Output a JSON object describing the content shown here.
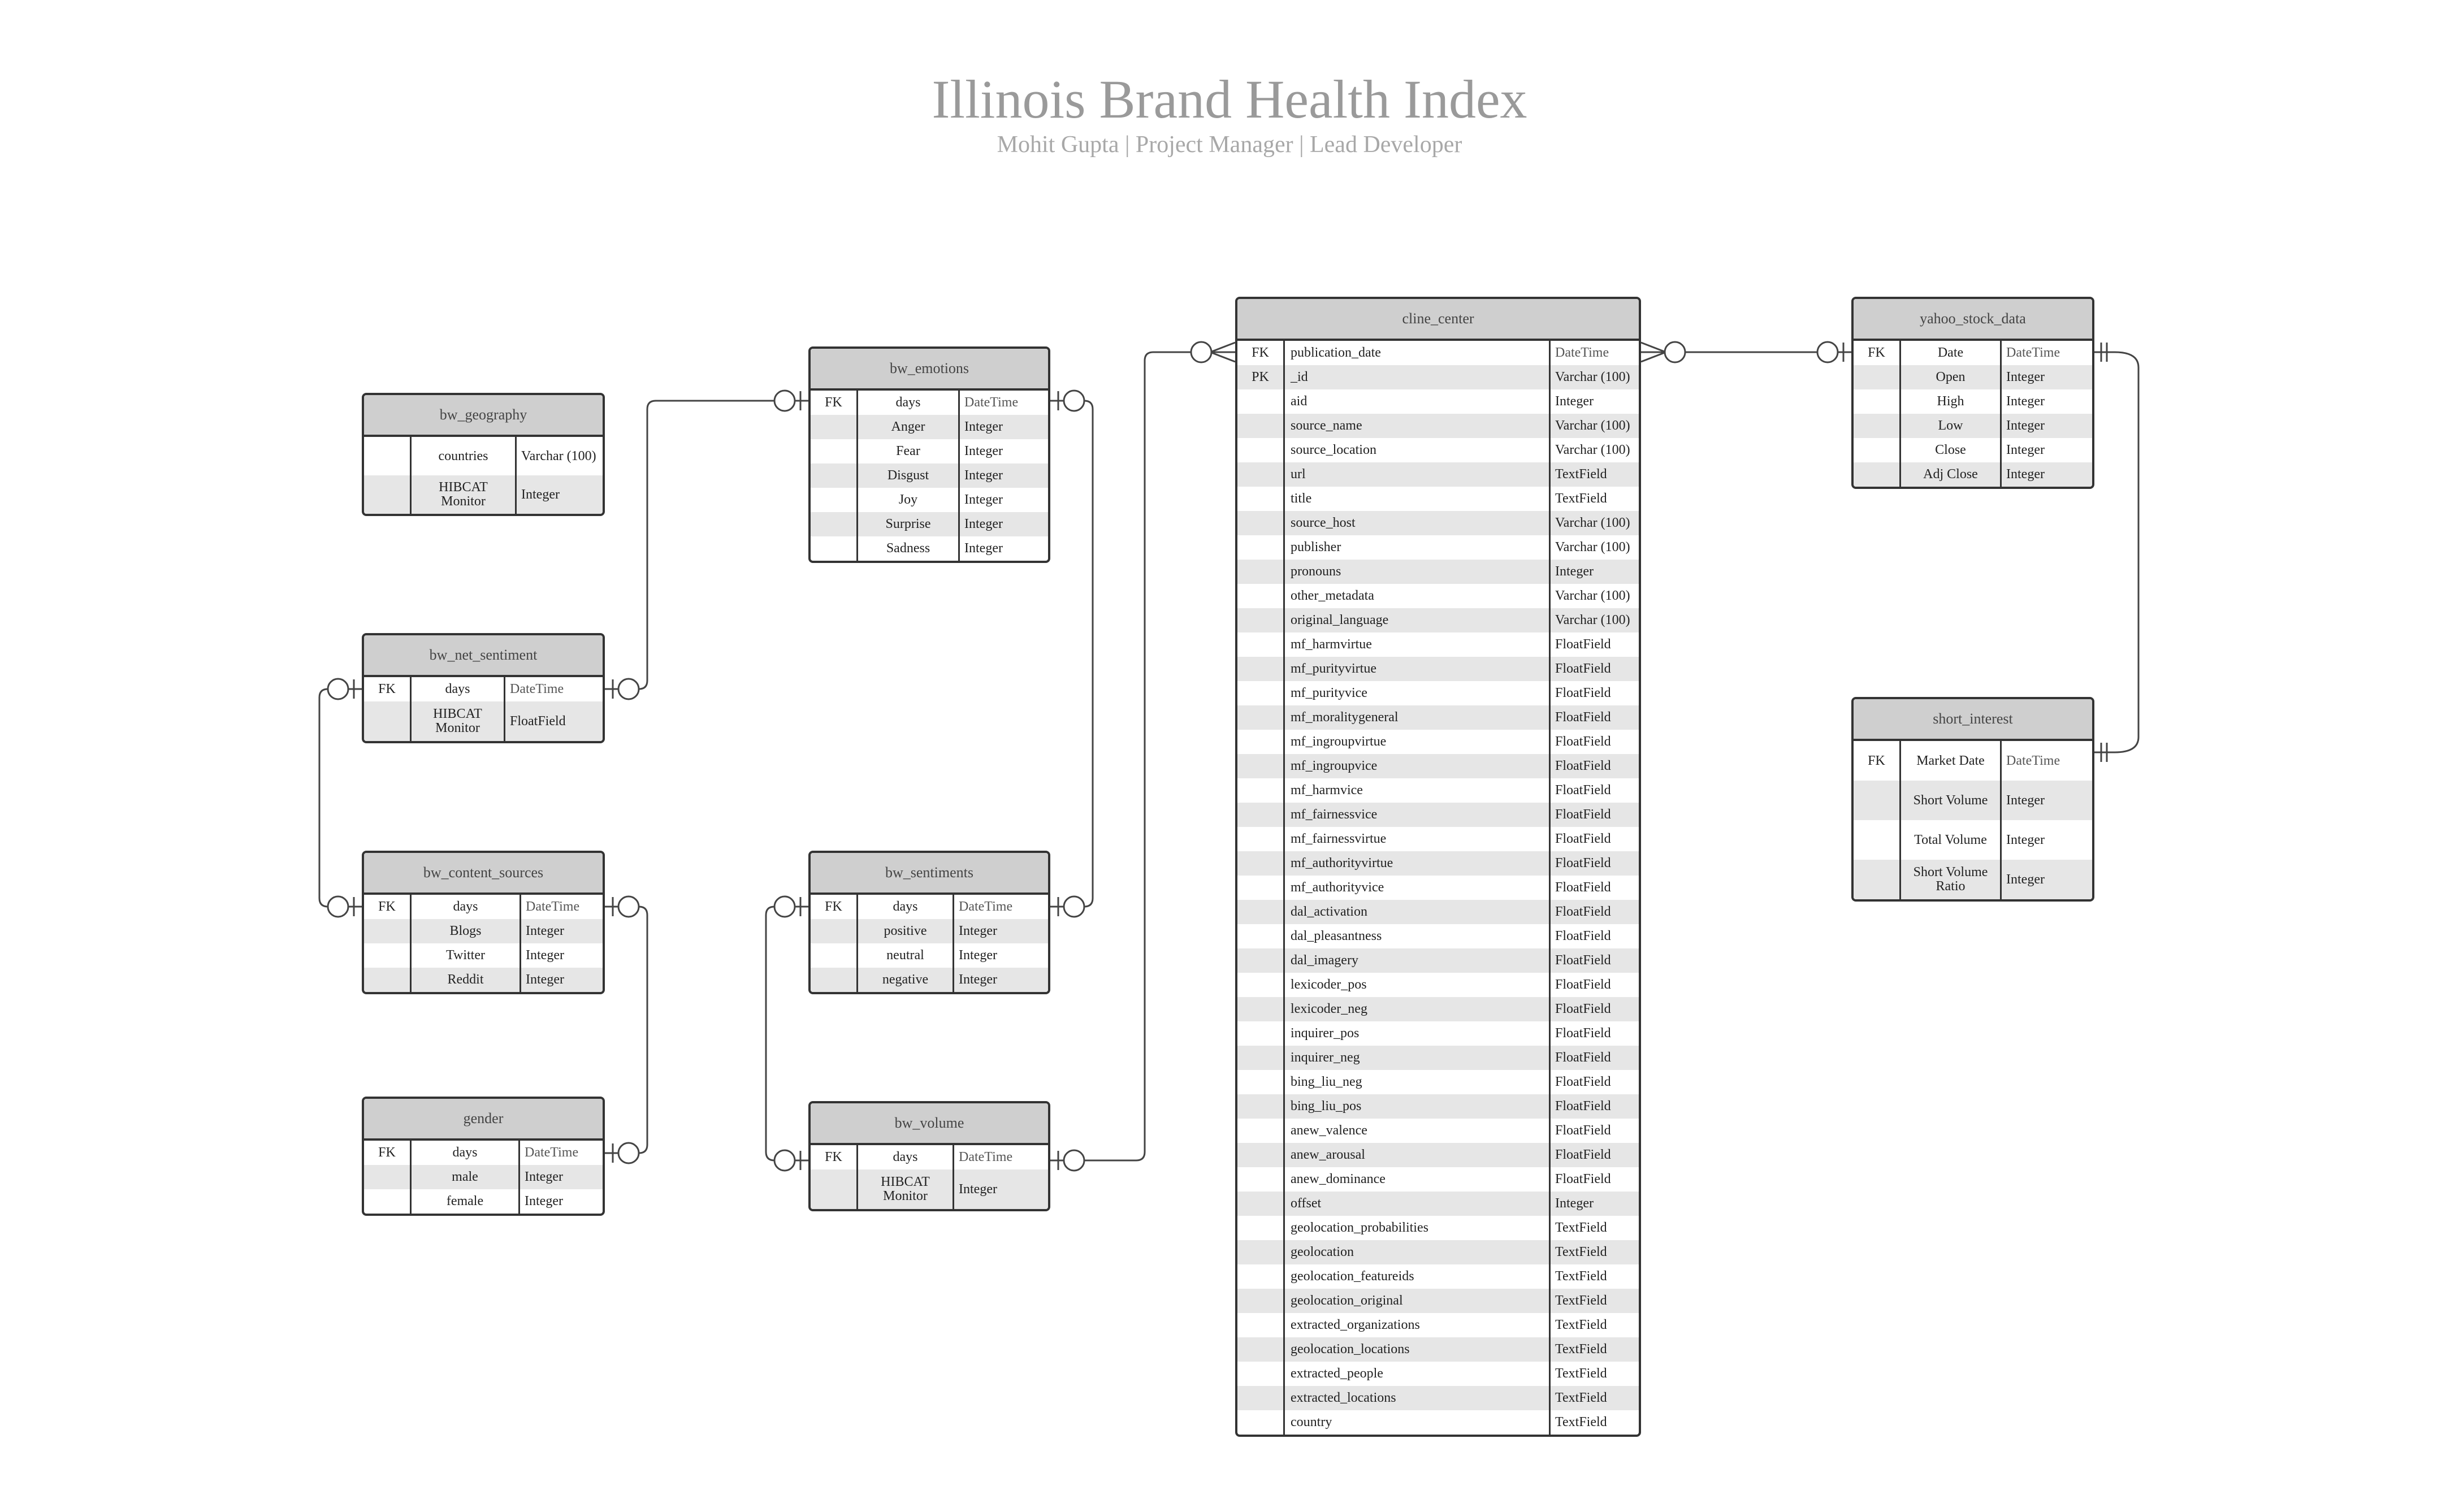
{
  "header": {
    "title": "Illinois Brand Health Index",
    "subtitle": "Mohit Gupta  |  Project Manager | Lead Developer"
  },
  "tables": [
    {
      "id": "bw_geography",
      "name": "bw_geography",
      "rows": [
        {
          "key": "",
          "field": "countries",
          "type": "Varchar (100)"
        },
        {
          "key": "",
          "field": "HIBCAT Monitor",
          "type": "Integer"
        }
      ]
    },
    {
      "id": "bw_net_sentiment",
      "name": "bw_net_sentiment",
      "rows": [
        {
          "key": "FK",
          "field": "days",
          "type": "DateTime"
        },
        {
          "key": "",
          "field": "HIBCAT Monitor",
          "type": "FloatField"
        }
      ]
    },
    {
      "id": "bw_content_sources",
      "name": "bw_content_sources",
      "rows": [
        {
          "key": "FK",
          "field": "days",
          "type": "DateTime"
        },
        {
          "key": "",
          "field": "Blogs",
          "type": "Integer"
        },
        {
          "key": "",
          "field": "Twitter",
          "type": "Integer"
        },
        {
          "key": "",
          "field": "Reddit",
          "type": "Integer"
        }
      ]
    },
    {
      "id": "gender",
      "name": "gender",
      "rows": [
        {
          "key": "FK",
          "field": "days",
          "type": "DateTime"
        },
        {
          "key": "",
          "field": "male",
          "type": "Integer"
        },
        {
          "key": "",
          "field": "female",
          "type": "Integer"
        }
      ]
    },
    {
      "id": "bw_emotions",
      "name": "bw_emotions",
      "rows": [
        {
          "key": "FK",
          "field": "days",
          "type": "DateTime"
        },
        {
          "key": "",
          "field": "Anger",
          "type": "Integer"
        },
        {
          "key": "",
          "field": "Fear",
          "type": "Integer"
        },
        {
          "key": "",
          "field": "Disgust",
          "type": "Integer"
        },
        {
          "key": "",
          "field": "Joy",
          "type": "Integer"
        },
        {
          "key": "",
          "field": "Surprise",
          "type": "Integer"
        },
        {
          "key": "",
          "field": "Sadness",
          "type": "Integer"
        }
      ]
    },
    {
      "id": "bw_sentiments",
      "name": "bw_sentiments",
      "rows": [
        {
          "key": "FK",
          "field": "days",
          "type": "DateTime"
        },
        {
          "key": "",
          "field": "positive",
          "type": "Integer"
        },
        {
          "key": "",
          "field": "neutral",
          "type": "Integer"
        },
        {
          "key": "",
          "field": "negative",
          "type": "Integer"
        }
      ]
    },
    {
      "id": "bw_volume",
      "name": "bw_volume",
      "rows": [
        {
          "key": "FK",
          "field": "days",
          "type": "DateTime"
        },
        {
          "key": "",
          "field": "HIBCAT Monitor",
          "type": "Integer"
        }
      ]
    },
    {
      "id": "cline_center",
      "name": "cline_center",
      "rows": [
        {
          "key": "FK",
          "field": "publication_date",
          "type": "DateTime"
        },
        {
          "key": "PK",
          "field": "_id",
          "type": "Varchar (100)"
        },
        {
          "key": "",
          "field": "aid",
          "type": "Integer"
        },
        {
          "key": "",
          "field": "source_name",
          "type": "Varchar (100)"
        },
        {
          "key": "",
          "field": "source_location",
          "type": "Varchar (100)"
        },
        {
          "key": "",
          "field": "url",
          "type": "TextField"
        },
        {
          "key": "",
          "field": "title",
          "type": "TextField"
        },
        {
          "key": "",
          "field": "source_host",
          "type": "Varchar (100)"
        },
        {
          "key": "",
          "field": "publisher",
          "type": "Varchar (100)"
        },
        {
          "key": "",
          "field": "pronouns",
          "type": "Integer"
        },
        {
          "key": "",
          "field": "other_metadata",
          "type": "Varchar (100)"
        },
        {
          "key": "",
          "field": "original_language",
          "type": "Varchar (100)"
        },
        {
          "key": "",
          "field": "mf_harmvirtue",
          "type": "FloatField"
        },
        {
          "key": "",
          "field": "mf_purityvirtue",
          "type": "FloatField"
        },
        {
          "key": "",
          "field": "mf_purityvice",
          "type": "FloatField"
        },
        {
          "key": "",
          "field": "mf_moralitygeneral",
          "type": "FloatField"
        },
        {
          "key": "",
          "field": "mf_ingroupvirtue",
          "type": "FloatField"
        },
        {
          "key": "",
          "field": "mf_ingroupvice",
          "type": "FloatField"
        },
        {
          "key": "",
          "field": "mf_harmvice",
          "type": "FloatField"
        },
        {
          "key": "",
          "field": "mf_fairnessvice",
          "type": "FloatField"
        },
        {
          "key": "",
          "field": "mf_fairnessvirtue",
          "type": "FloatField"
        },
        {
          "key": "",
          "field": "mf_authorityvirtue",
          "type": "FloatField"
        },
        {
          "key": "",
          "field": "mf_authorityvice",
          "type": "FloatField"
        },
        {
          "key": "",
          "field": "dal_activation",
          "type": "FloatField"
        },
        {
          "key": "",
          "field": "dal_pleasantness",
          "type": "FloatField"
        },
        {
          "key": "",
          "field": "dal_imagery",
          "type": "FloatField"
        },
        {
          "key": "",
          "field": "lexicoder_pos",
          "type": "FloatField"
        },
        {
          "key": "",
          "field": "lexicoder_neg",
          "type": "FloatField"
        },
        {
          "key": "",
          "field": "inquirer_pos",
          "type": "FloatField"
        },
        {
          "key": "",
          "field": "inquirer_neg",
          "type": "FloatField"
        },
        {
          "key": "",
          "field": "bing_liu_neg",
          "type": "FloatField"
        },
        {
          "key": "",
          "field": "bing_liu_pos",
          "type": "FloatField"
        },
        {
          "key": "",
          "field": "anew_valence",
          "type": "FloatField"
        },
        {
          "key": "",
          "field": "anew_arousal",
          "type": "FloatField"
        },
        {
          "key": "",
          "field": "anew_dominance",
          "type": "FloatField"
        },
        {
          "key": "",
          "field": "offset",
          "type": "Integer"
        },
        {
          "key": "",
          "field": "geolocation_probabilities",
          "type": "TextField"
        },
        {
          "key": "",
          "field": "geolocation",
          "type": "TextField"
        },
        {
          "key": "",
          "field": "geolocation_featureids",
          "type": "TextField"
        },
        {
          "key": "",
          "field": "geolocation_original",
          "type": "TextField"
        },
        {
          "key": "",
          "field": "extracted_organizations",
          "type": "TextField"
        },
        {
          "key": "",
          "field": "geolocation_locations",
          "type": "TextField"
        },
        {
          "key": "",
          "field": "extracted_people",
          "type": "TextField"
        },
        {
          "key": "",
          "field": "extracted_locations",
          "type": "TextField"
        },
        {
          "key": "",
          "field": "country",
          "type": "TextField"
        }
      ]
    },
    {
      "id": "yahoo_stock_data",
      "name": "yahoo_stock_data",
      "rows": [
        {
          "key": "FK",
          "field": "Date",
          "type": "DateTime"
        },
        {
          "key": "",
          "field": "Open",
          "type": "Integer"
        },
        {
          "key": "",
          "field": "High",
          "type": "Integer"
        },
        {
          "key": "",
          "field": "Low",
          "type": "Integer"
        },
        {
          "key": "",
          "field": "Close",
          "type": "Integer"
        },
        {
          "key": "",
          "field": "Adj Close",
          "type": "Integer"
        }
      ]
    },
    {
      "id": "short_interest",
      "name": "short_interest",
      "rows": [
        {
          "key": "FK",
          "field": "Market Date",
          "type": "DateTime"
        },
        {
          "key": "",
          "field": "Short Volume",
          "type": "Integer"
        },
        {
          "key": "",
          "field": "Total Volume",
          "type": "Integer"
        },
        {
          "key": "",
          "field": "Short Volume Ratio",
          "type": "Integer"
        }
      ]
    }
  ]
}
